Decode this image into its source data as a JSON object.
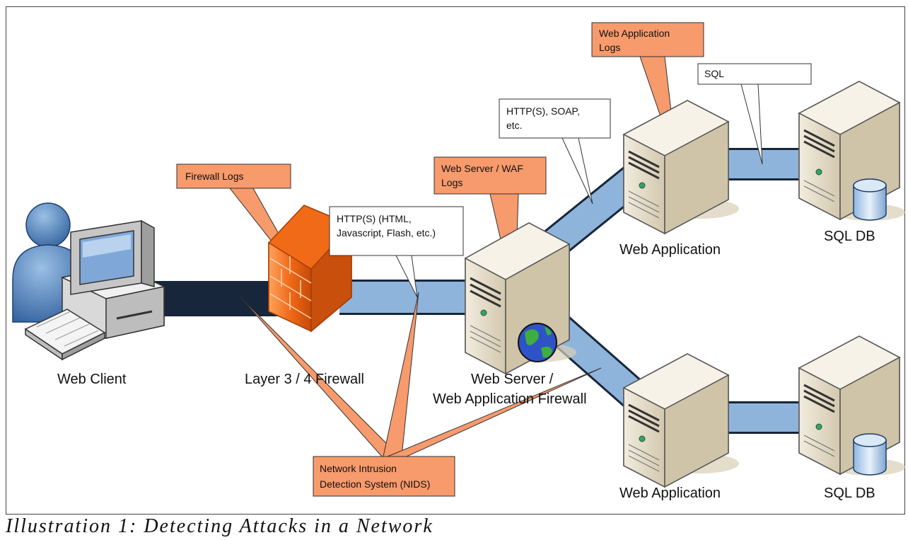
{
  "nodes": {
    "web_client": "Web Client",
    "firewall": "Layer 3 / 4 Firewall",
    "web_server_line1": "Web Server /",
    "web_server_line2": "Web Application Firewall",
    "web_app_top": "Web Application",
    "web_app_bottom": "Web Application",
    "sql_db_top": "SQL DB",
    "sql_db_bottom": "SQL DB"
  },
  "callouts": {
    "firewall_logs": "Firewall Logs",
    "webserver_logs_line1": "Web Server / WAF",
    "webserver_logs_line2": "Logs",
    "webapp_logs_line1": "Web Application",
    "webapp_logs_line2": "Logs",
    "nids_line1": "Network Intrusion",
    "nids_line2": "Detection System (NIDS)",
    "http_line1": "HTTP(S) (HTML,",
    "http_line2": "Javascript, Flash, etc.)",
    "soap_line1": "HTTP(S), SOAP,",
    "soap_line2": "etc.",
    "sql": "SQL"
  },
  "caption": "Illustration 1: Detecting Attacks in a Network",
  "colors": {
    "pipe": "#8FB4DC",
    "pipe_edge": "#17263A",
    "callout_orange": "#F79A6C",
    "callout_white": "#FFFFFF",
    "server_beige": "#E4DCC8",
    "firewall_orange": "#F06A18"
  }
}
